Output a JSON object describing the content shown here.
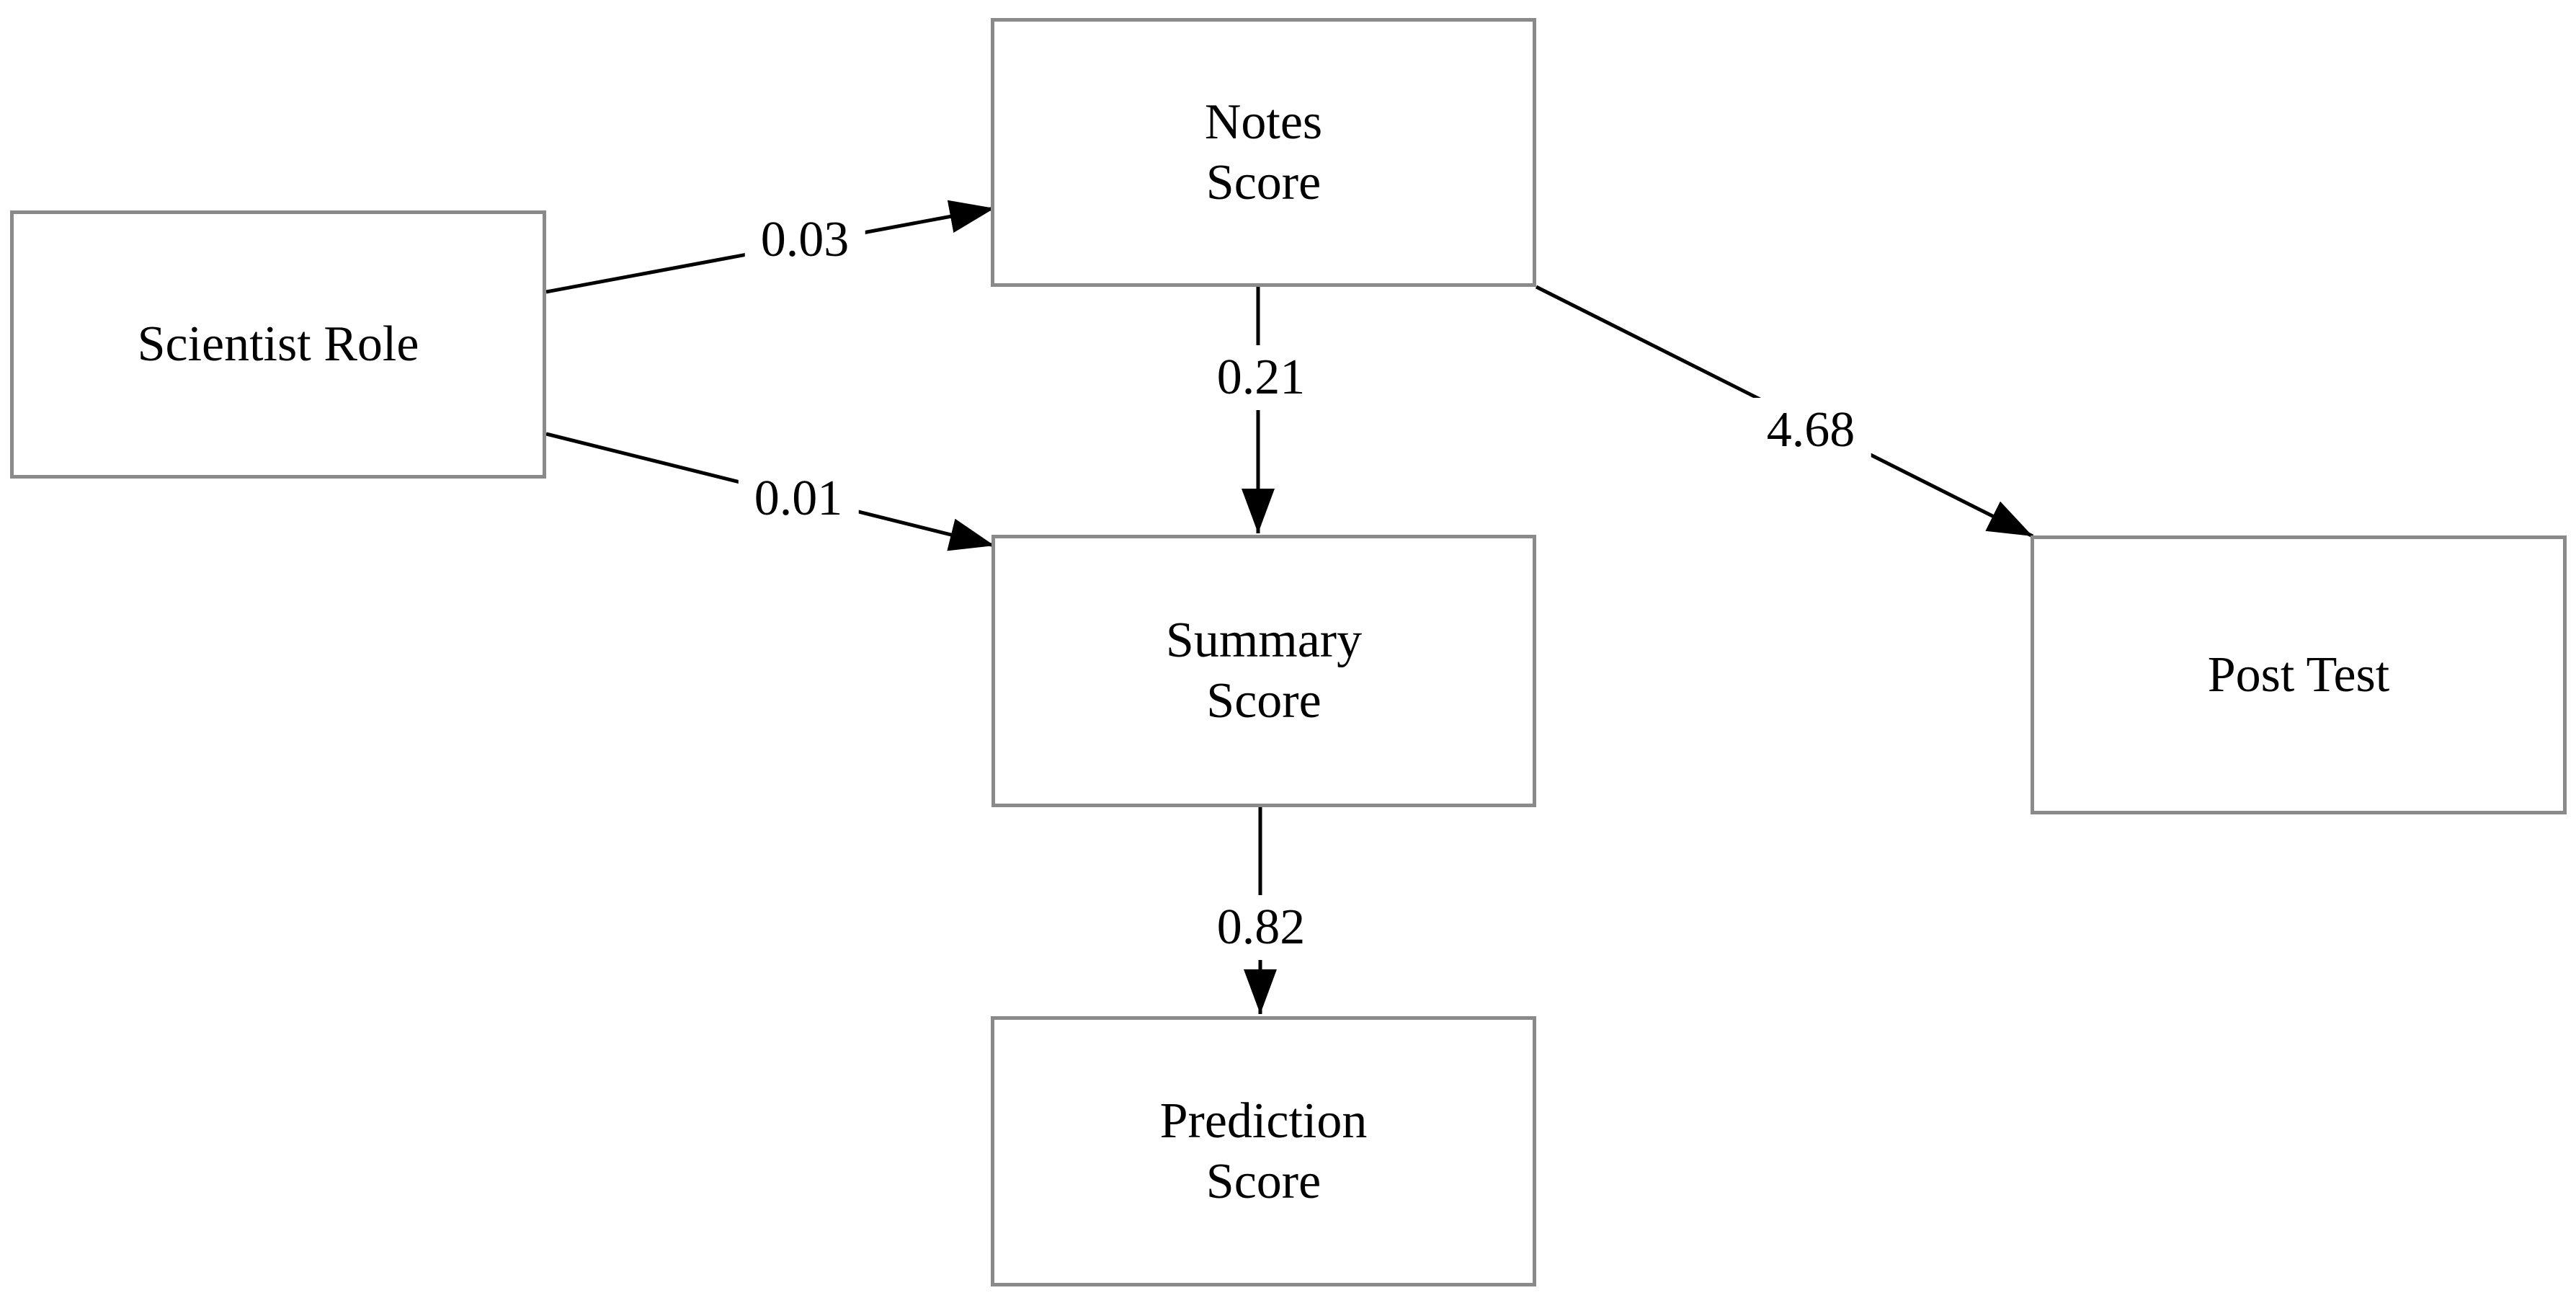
{
  "diagram": {
    "nodes": {
      "scientist_role": {
        "label": "Scientist Role"
      },
      "notes_score": {
        "label": "Notes\nScore"
      },
      "summary_score": {
        "label": "Summary\nScore"
      },
      "prediction_score": {
        "label": "Prediction\nScore"
      },
      "post_test": {
        "label": "Post Test"
      }
    },
    "edges": {
      "scientist_to_notes": {
        "from": "Scientist Role",
        "to": "Notes Score",
        "coefficient": "0.03"
      },
      "scientist_to_summary": {
        "from": "Scientist Role",
        "to": "Summary Score",
        "coefficient": "0.01"
      },
      "notes_to_summary": {
        "from": "Notes Score",
        "to": "Summary Score",
        "coefficient": "0.21"
      },
      "notes_to_post_test": {
        "from": "Notes Score",
        "to": "Post Test",
        "coefficient": "4.68"
      },
      "summary_to_prediction": {
        "from": "Summary Score",
        "to": "Prediction Score",
        "coefficient": "0.82"
      }
    },
    "colors": {
      "background": "#ffffff",
      "box_border": "#8a8a8a",
      "arrow": "#000000",
      "text": "#000000"
    }
  }
}
